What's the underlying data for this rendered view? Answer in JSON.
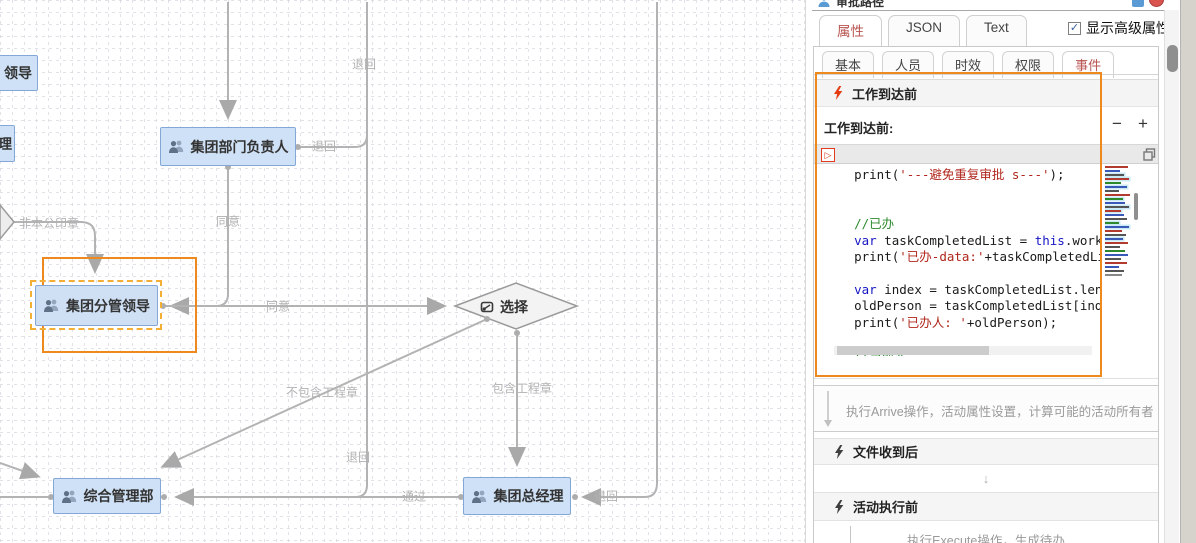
{
  "titlebar": {
    "title": "审批路径"
  },
  "tabs_primary": [
    "属性",
    "JSON",
    "Text"
  ],
  "advanced_checkbox": {
    "label": "显示高级属性",
    "checked": "✓"
  },
  "tabs_secondary": [
    "基本",
    "人员",
    "时效",
    "权限",
    "事件"
  ],
  "event_panel": {
    "arrive_header": "工作到达前",
    "arrive_label": "工作到达前:",
    "minus": "−",
    "plus": "+",
    "run_glyph": "▷",
    "code_lines": [
      [
        [
          "p",
          "    print("
        ],
        [
          "s",
          "'---避免重复审批 s---'"
        ],
        [
          "p",
          ");"
        ]
      ],
      [
        [
          "p",
          ""
        ]
      ],
      [
        [
          "p",
          ""
        ]
      ],
      [
        [
          "c",
          "    //已办"
        ]
      ],
      [
        [
          "p",
          "    "
        ],
        [
          "k",
          "var"
        ],
        [
          "p",
          " taskCompletedList = "
        ],
        [
          "k",
          "this"
        ],
        [
          "p",
          ".workCont"
        ]
      ],
      [
        [
          "p",
          "    print("
        ],
        [
          "s",
          "'已办-data:'"
        ],
        [
          "p",
          "+taskCompletedList);"
        ]
      ],
      [
        [
          "p",
          ""
        ]
      ],
      [
        [
          "p",
          "    "
        ],
        [
          "k",
          "var"
        ],
        [
          "p",
          " index = taskCompletedList.length-"
        ]
      ],
      [
        [
          "p",
          "    oldPerson = taskCompletedList[index]."
        ]
      ],
      [
        [
          "p",
          "    print("
        ],
        [
          "s",
          "'已办人: '"
        ],
        [
          "p",
          "+oldPerson);"
        ]
      ],
      [
        [
          "p",
          ""
        ]
      ],
      [
        [
          "c",
          "    //当前人"
        ]
      ]
    ],
    "arrive_note": "执行Arrive操作，活动属性设置，计算可能的活动所有者",
    "received_header": "文件收到后",
    "mini_arrow": "↓",
    "execute_header": "活动执行前",
    "execute_note": "执行Execute操作，生成待办"
  },
  "canvas": {
    "nodes": [
      {
        "label": "领导"
      },
      {
        "label": "理"
      },
      {
        "label": "集团部门负责人"
      },
      {
        "label": "集团分管领导"
      },
      {
        "label": "综合管理部"
      },
      {
        "label": "集团总经理"
      },
      {
        "label": "选择"
      }
    ],
    "edge_labels": [
      "退回",
      "退回",
      "同意",
      "同意",
      "非本公印章",
      "不包含工程章",
      "包含工程章",
      "通过",
      "退回",
      "退回"
    ],
    "colors": {
      "node_fill": "#cfe1f6",
      "node_border": "#83a8d8",
      "edge": "#b3b3b3",
      "selection": "#ee8a1d"
    }
  }
}
